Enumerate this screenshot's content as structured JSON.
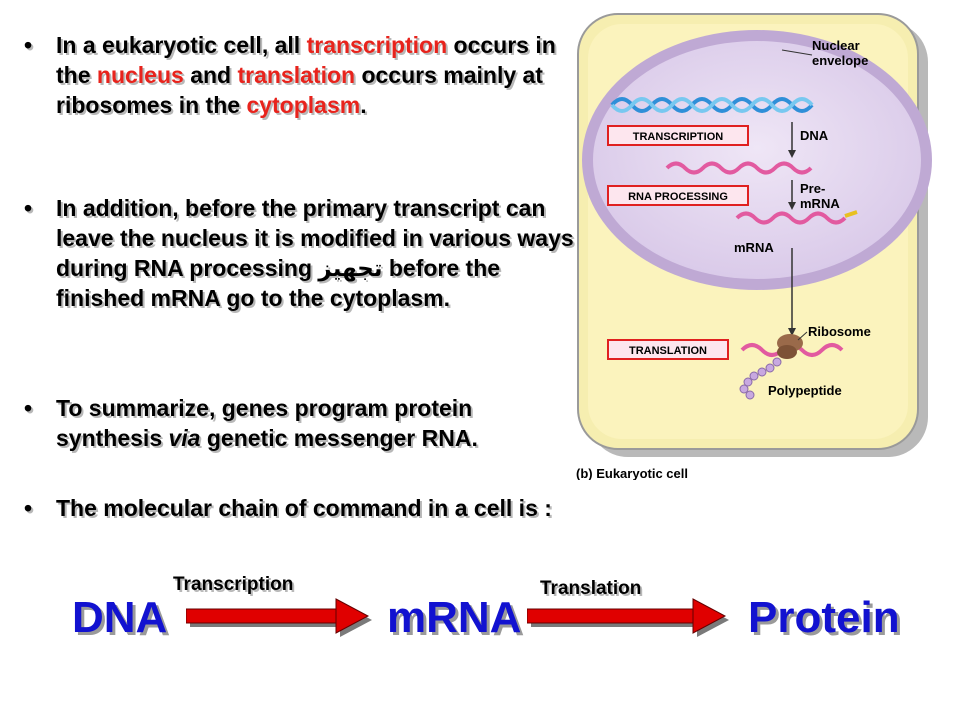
{
  "bullet_char": "•",
  "bullets": {
    "b1": {
      "parts": [
        "In a eukaryotic cell, all ",
        "transcription",
        " occurs in the ",
        "nucleus",
        " and ",
        "translation",
        " occurs mainly at ribosomes in the ",
        "cytoplasm",
        "."
      ]
    },
    "b2": {
      "text": "In addition, before the primary transcript can leave the nucleus it is modified in various ways during RNA processing تجهيز before the finished mRNA  go to the cytoplasm."
    },
    "b3": {
      "parts": [
        "To summarize, genes program protein synthesis ",
        "via",
        " genetic messenger RNA."
      ]
    },
    "b4": {
      "text": "The molecular chain of command in a cell is :"
    }
  },
  "flow": {
    "dna": "DNA",
    "mrna": "mRNA",
    "protein": "Protein",
    "label1": "Transcription",
    "label2": "Translation"
  },
  "figure": {
    "nuclear_envelope": [
      "Nuclear",
      "envelope"
    ],
    "transcription": "TRANSCRIPTION",
    "rna_processing": "RNA PROCESSING",
    "translation": "TRANSLATION",
    "dna": "DNA",
    "pre_mrna": [
      "Pre-",
      "mRNA"
    ],
    "mrna": "mRNA",
    "ribosome": "Ribosome",
    "polypeptide": "Polypeptide",
    "caption": "(b) Eukaryotic cell"
  },
  "colors": {
    "highlight": "#e8231c",
    "flow_text": "#1212d0",
    "arrow": "#e00000"
  }
}
